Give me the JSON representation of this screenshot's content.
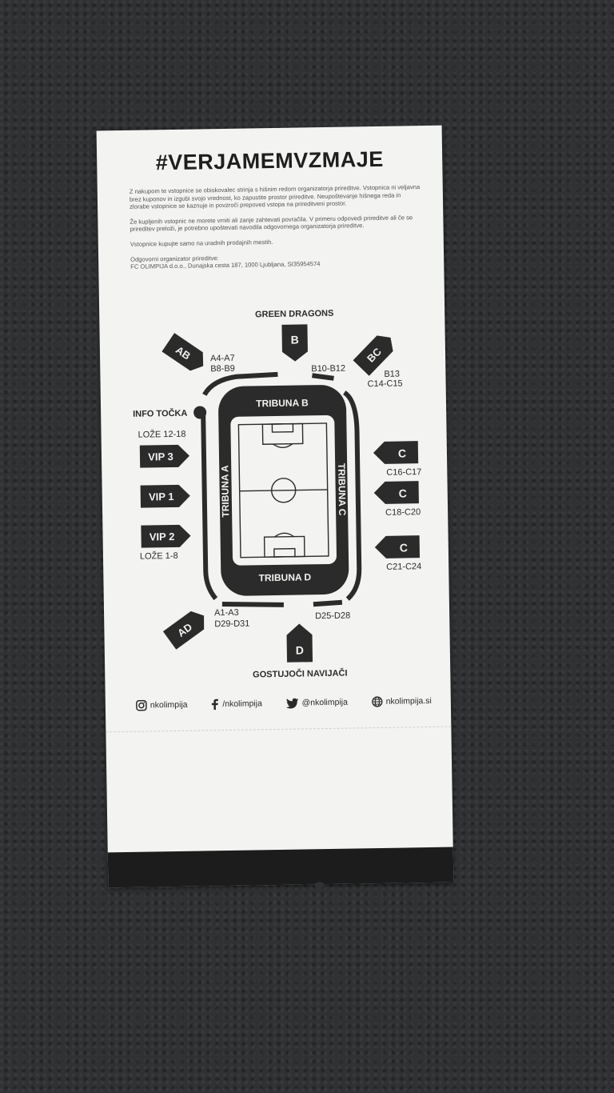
{
  "ticket": {
    "headline": "#VERJAMEMVZMAJE",
    "paragraphs": [
      "Z nakupom te vstopnice se obiskovalec strinja s hišnim redom organizatorja prireditve. Vstopnica ni veljavna brez kuponov in izgubi svojo vrednost, ko zapustite prostor prireditve. Neupoštevanje hišnega reda in zlorabe vstopnice se kaznuje in povzroči prepoved vstopa na prireditveni prostor.",
      "Že kupljenih vstopnic ne morete vrniti ali zanje zahtevati povračila. V primeru odpovedi prireditve ali če se prireditev preloži, je potrebno upoštevati navodila odgovornega organizatorja prireditve.",
      "Vstopnice kupujte samo na uradnih prodajnih mestih."
    ],
    "organizer_label": "Odgovorni organizator prireditve:",
    "organizer_details": "FC OLIMPIJA d.o.o., Dunajska cesta 187, 1000 Ljubljana, SI35954574"
  },
  "map": {
    "green_dragons": "GREEN DRAGONS",
    "gostujoci": "GOSTUJOČI NAVIJAČI",
    "info_tocka": "INFO TOČKA",
    "stands": {
      "a": "TRIBUNA A",
      "b": "TRIBUNA B",
      "c": "TRIBUNA C",
      "d": "TRIBUNA D"
    },
    "entrances": {
      "b": "B",
      "d": "D",
      "c1": "C",
      "c2": "C",
      "c3": "C",
      "ab": "AB",
      "bc": "BC",
      "ad": "AD",
      "vip3": "VIP 3",
      "vip1": "VIP 1",
      "vip2": "VIP 2"
    },
    "sectors": {
      "ab_top": "A4-A7",
      "ab_bottom": "B8-B9",
      "b_right": "B10-B12",
      "bc_top": "B13",
      "bc_bottom": "C14-C15",
      "loze_top": "LOŽE 12-18",
      "loze_bottom": "LOŽE 1-8",
      "c1": "C16-C17",
      "c2": "C18-C20",
      "c3": "C21-C24",
      "ad_top": "A1-A3",
      "ad_bottom": "D29-D31",
      "d_right": "D25-D28"
    }
  },
  "social": {
    "instagram": "nkolimpija",
    "facebook": "/nkolimpija",
    "twitter": "@nkolimpija",
    "website": "nkolimpija.si"
  },
  "icons": [
    "instagram-icon",
    "facebook-icon",
    "twitter-icon",
    "globe-icon"
  ],
  "colors": {
    "paper": "#f3f3f1",
    "ink": "#2b2b2b",
    "background": "#2f3133"
  }
}
